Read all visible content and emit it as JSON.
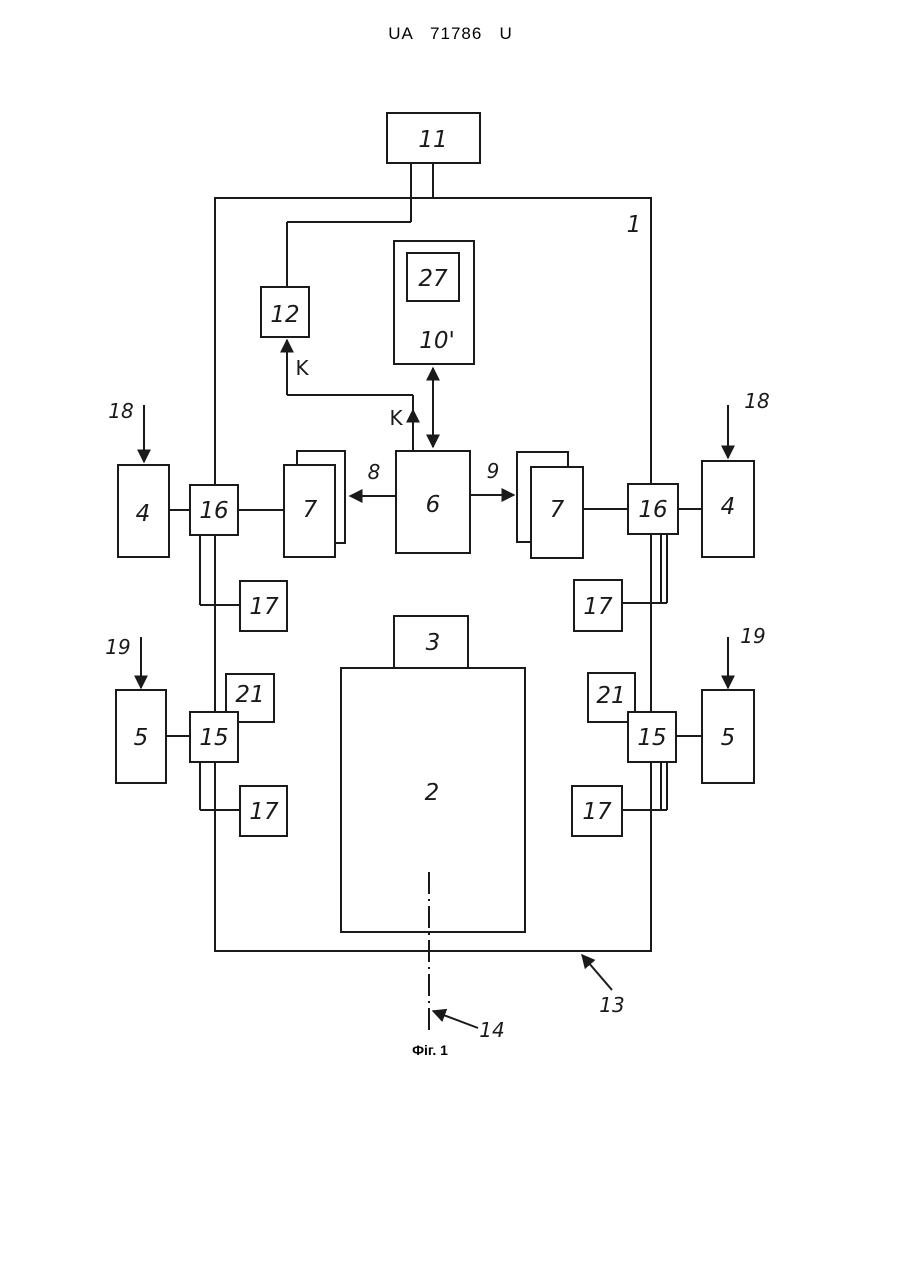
{
  "header": {
    "doc_number": "UA   71786   U"
  },
  "figure": {
    "caption": "Фіг. 1"
  },
  "labels": {
    "n1": "1",
    "n2": "2",
    "n3": "3",
    "n4": "4",
    "n5": "5",
    "n6": "6",
    "n7": "7",
    "n8": "8",
    "n9": "9",
    "n10": "10'",
    "n11": "11",
    "n12": "12",
    "n13": "13",
    "n14": "14",
    "n15": "15",
    "n16": "16",
    "n17": "17",
    "n18": "18",
    "n19": "19",
    "n21": "21",
    "n27": "27",
    "k": "K"
  }
}
